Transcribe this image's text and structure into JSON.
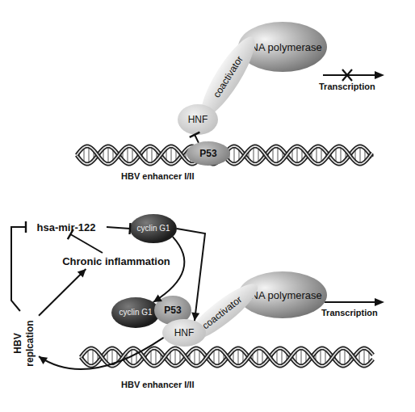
{
  "diagram": {
    "nodes": [
      {
        "text": [
          "RNA polymerase"
        ]
      },
      {
        "text": [
          "coactivator"
        ]
      },
      {
        "text": [
          "HNF"
        ]
      },
      {
        "text": [
          "P53"
        ]
      },
      {
        "text": [
          "hsa-mir-122"
        ]
      },
      {
        "text": [
          "cyclin G1"
        ]
      },
      {
        "text": [
          "Chronic inflammation"
        ]
      },
      {
        "text": [
          "cyclin G1"
        ]
      },
      {
        "text": [
          "P53"
        ]
      },
      {
        "text": [
          "HBV replcation"
        ]
      },
      {
        "text": [
          "RNA polymerase"
        ]
      },
      {
        "text": [
          "coactivator"
        ]
      },
      {
        "text": [
          "HNF"
        ]
      }
    ],
    "edges": [
      {
        "from": 3,
        "to": 2,
        "arrow": "to"
      },
      {
        "from": 4,
        "to": 5,
        "arrow": "to"
      },
      {
        "from": 6,
        "to": 4,
        "arrow": "to"
      },
      {
        "from": 9,
        "to": 4,
        "arrow": "to"
      },
      {
        "from": 9,
        "to": 6,
        "arrow": "to"
      },
      {
        "from": 5,
        "to": 7,
        "arrow": "to"
      },
      {
        "from": 5,
        "to": 12,
        "arrow": "to"
      },
      {
        "from": 12,
        "to": 9,
        "arrow": "to"
      }
    ],
    "labels": [
      "Transcription",
      "HBV enhancer I/II",
      "Transcription",
      "HBV enhancer I/II"
    ]
  }
}
